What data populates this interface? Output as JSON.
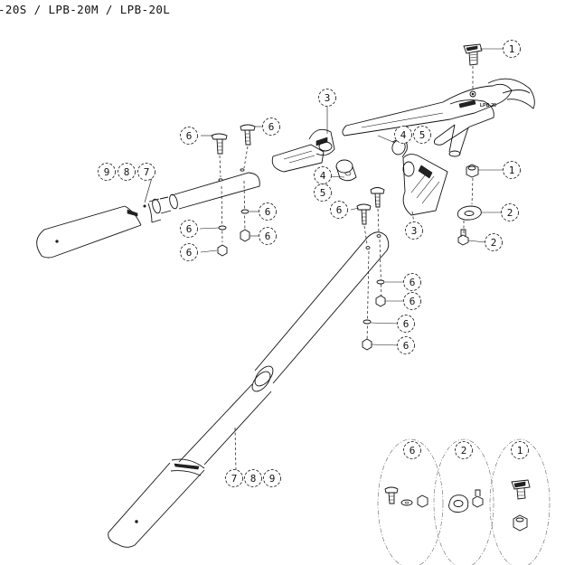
{
  "title": "-20S / LPB-20M / LPB-20L",
  "blade_brand": "LPB-20",
  "callouts": [
    {
      "id": "c-1a",
      "label": "1"
    },
    {
      "id": "c-1b",
      "label": "1"
    },
    {
      "id": "c-2a",
      "label": "2"
    },
    {
      "id": "c-2b",
      "label": "2"
    },
    {
      "id": "c-3a",
      "label": "3"
    },
    {
      "id": "c-3b",
      "label": "3"
    },
    {
      "id": "c-4a",
      "label": "4"
    },
    {
      "id": "c-5a",
      "label": "5"
    },
    {
      "id": "c-4b",
      "label": "4"
    },
    {
      "id": "c-5b",
      "label": "5"
    },
    {
      "id": "c-6a",
      "label": "6"
    },
    {
      "id": "c-6b",
      "label": "6"
    },
    {
      "id": "c-6c",
      "label": "6"
    },
    {
      "id": "c-6d",
      "label": "6"
    },
    {
      "id": "c-6e",
      "label": "6"
    },
    {
      "id": "c-6f",
      "label": "6"
    },
    {
      "id": "c-6g",
      "label": "6"
    },
    {
      "id": "c-6h",
      "label": "6"
    },
    {
      "id": "c-6i",
      "label": "6"
    },
    {
      "id": "c-6j",
      "label": "6"
    },
    {
      "id": "c-6k",
      "label": "6"
    },
    {
      "id": "c-9a",
      "label": "9"
    },
    {
      "id": "c-8a",
      "label": "8"
    },
    {
      "id": "c-7a",
      "label": "7"
    },
    {
      "id": "c-7b",
      "label": "7"
    },
    {
      "id": "c-8b",
      "label": "8"
    },
    {
      "id": "c-9b",
      "label": "9"
    },
    {
      "id": "c-d6",
      "label": "6"
    },
    {
      "id": "c-d2",
      "label": "2"
    },
    {
      "id": "c-d1",
      "label": "1"
    }
  ]
}
